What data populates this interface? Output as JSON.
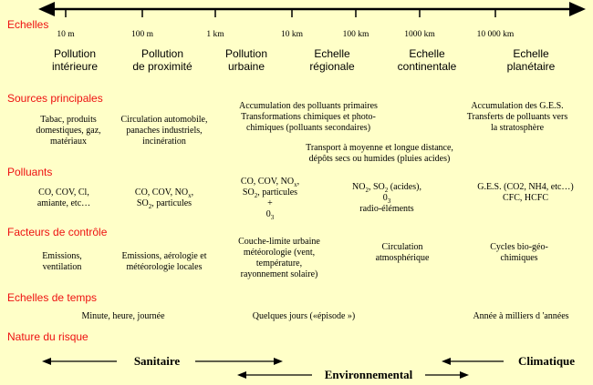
{
  "headers": {
    "echelles": "Echelles",
    "sources": "Sources principales",
    "polluants": "Polluants",
    "facteurs": "Facteurs de contrôle",
    "temps": "Echelles de temps",
    "risque": "Nature du risque"
  },
  "ticks": [
    "10 m",
    "100 m",
    "1 km",
    "10 km",
    "100 km",
    "1000 km",
    "10 000 km"
  ],
  "scales": {
    "interieure": [
      "Pollution",
      "intérieure"
    ],
    "proximite": [
      "Pollution",
      "de proximité"
    ],
    "urbaine": [
      "Pollution",
      "urbaine"
    ],
    "regionale": [
      "Echelle",
      "régionale"
    ],
    "continentale": [
      "Echelle",
      "continentale"
    ],
    "planetaire": [
      "Echelle",
      "planétaire"
    ]
  },
  "sources": {
    "col1": [
      "Tabac, produits",
      "domestiques, gaz,",
      "matériaux"
    ],
    "col2": [
      "Circulation automobile,",
      "panaches industriels,",
      "incinération"
    ],
    "col3": [
      "Accumulation des polluants primaires",
      "Transformations chimiques et  photo-",
      "chimiques (polluants secondaires)"
    ],
    "col4": [
      "Accumulation des G.E.S.",
      "Transferts de polluants vers",
      "la stratosphère"
    ],
    "transport": [
      "Transport à moyenne et longue distance,",
      "dépôts secs ou humides (pluies acides)"
    ]
  },
  "polluants": {
    "col1": [
      "CO, COV, Cl,",
      "amiante, etc…"
    ],
    "col2_a": "CO, COV, NO",
    "col2_b": "SO",
    "col2_b_rest": ", particules",
    "col3_a": "CO, COV, NO",
    "col3_b": "SO",
    "col3_b_rest": ", particules",
    "col3_plus": "+",
    "col3_o": "0",
    "col4_a": "NO",
    "col4_a_mid": ", SO",
    "col4_a_rest": " (acides),",
    "col4_b": "0",
    "col4_c": "radio-éléments",
    "col5": [
      "G.E.S. (CO2, NH4, etc…)",
      "CFC, HCFC"
    ],
    "sub_x": "x",
    "sub_2": "2",
    "sub_3": "3"
  },
  "facteurs": {
    "col1": [
      "Emissions,",
      "ventilation"
    ],
    "col2": [
      "Emissions, aérologie et",
      "météorologie locales"
    ],
    "col3": [
      "Couche-limite urbaine",
      "météorologie (vent,",
      "température,",
      "rayonnement solaire)"
    ],
    "col4": [
      "Circulation",
      "atmosphérique"
    ],
    "col5": [
      "Cycles bio-géo-",
      "chimiques"
    ]
  },
  "temps": {
    "col1": "Minute, heure, journée",
    "col2": "Quelques jours («épisode »)",
    "col3": "Année à milliers d 'années"
  },
  "risque": {
    "sanitaire": "Sanitaire",
    "environnemental": "Environnemental",
    "climatique": "Climatique"
  }
}
